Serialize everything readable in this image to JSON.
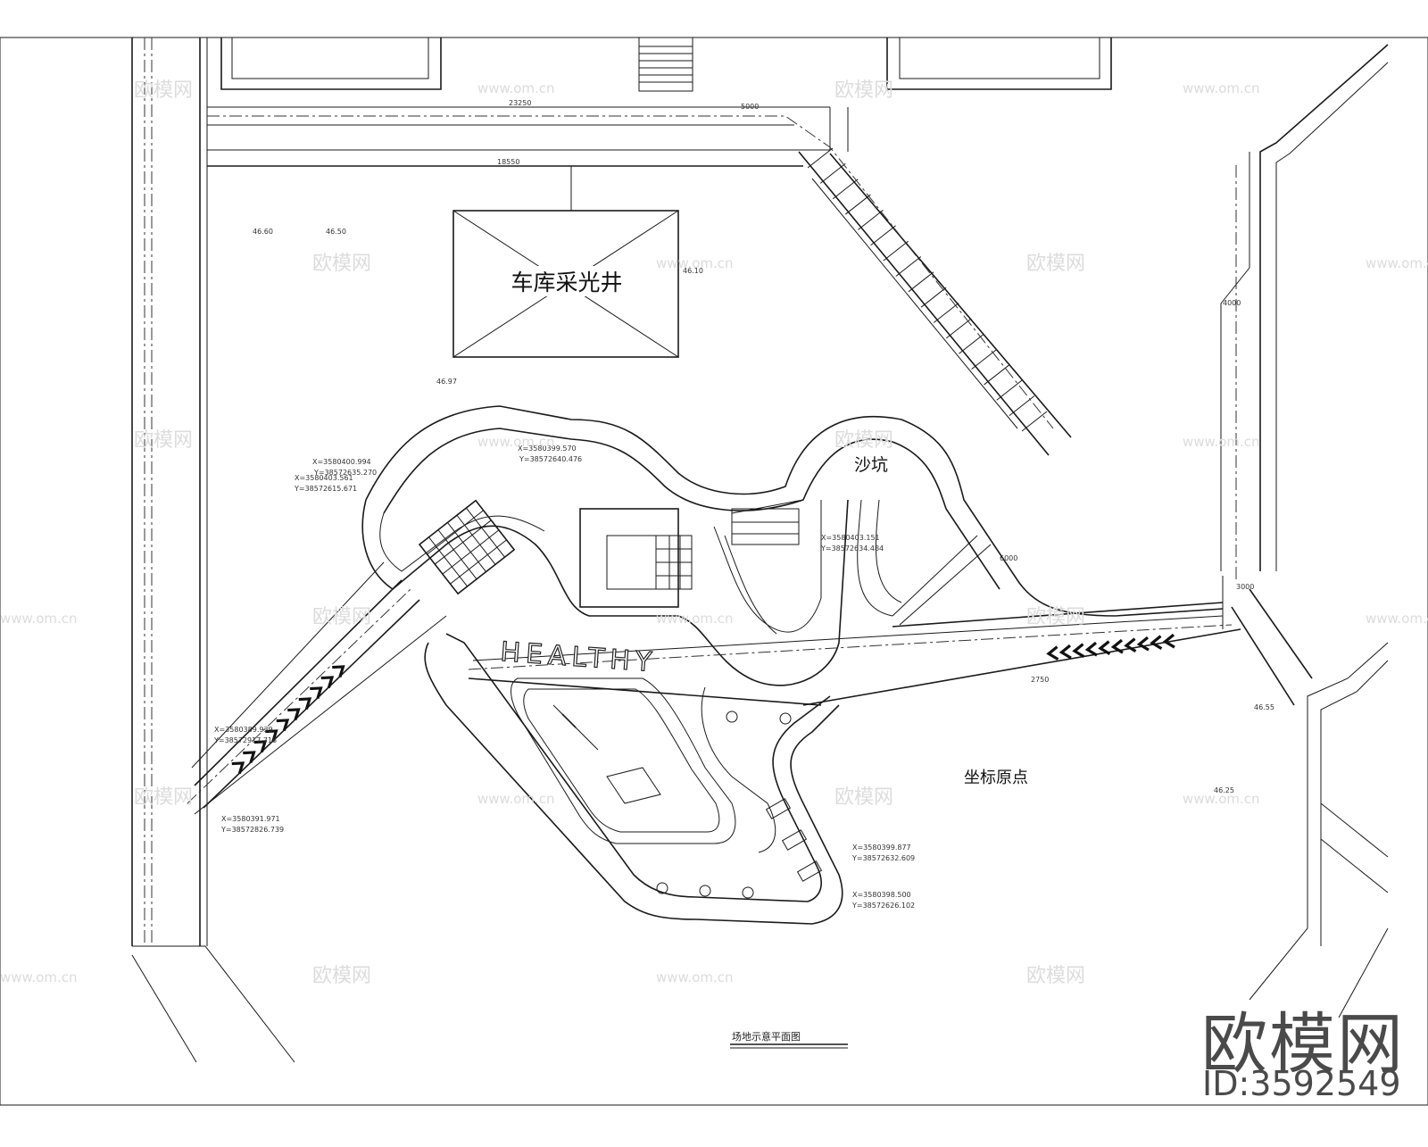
{
  "drawing": {
    "title": "场地示意平面图",
    "labels": {
      "skylight": "车库采光井",
      "sandpit": "沙坑",
      "origin": "坐标原点",
      "ground_text": "HEALTHY"
    },
    "elevations": [
      "46.50",
      "46.60",
      "46.10",
      "46.97",
      "46.55",
      "46.25"
    ],
    "coordinates": [
      "X=3580400.994",
      "Y=38572635.270",
      "X=3580403.561",
      "Y=38572615.671",
      "X=3580399.570",
      "Y=38572640.476",
      "X=3580389.939",
      "Y=38572917.718",
      "X=3580391.971",
      "Y=38572826.739",
      "X=3580399.877",
      "Y=38572632.609",
      "X=3580398.500",
      "Y=38572626.102",
      "X=3580403.151",
      "Y=38572634.484"
    ],
    "dimensions": [
      "23250",
      "18550",
      "5000",
      "4000",
      "6000",
      "3000",
      "2750"
    ]
  },
  "watermark": {
    "brand": "欧模网",
    "id": "ID:3592549",
    "tile_text": "欧模网",
    "tile_url": "www.om.cn"
  },
  "colors": {
    "line": "#1a1a1a",
    "watermark": "#dcdcdc",
    "brand": "#4a4a4a"
  }
}
